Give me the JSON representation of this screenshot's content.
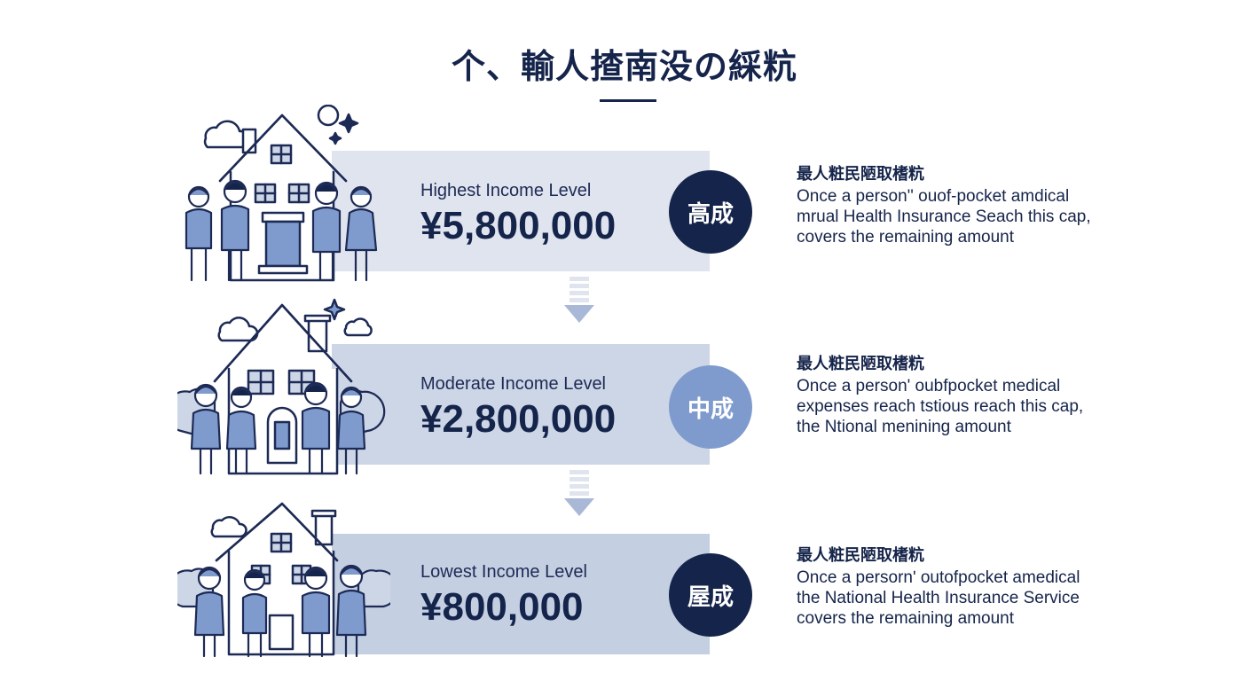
{
  "title": "个、輸人揸南没の綵粇",
  "tiers": [
    {
      "level": "Highest Income Level",
      "amount": "¥5,800,000",
      "badge": "高成",
      "badge_color": "#15244a",
      "heading": "最人粧民陋取榰粇",
      "lines": [
        "Once a person'' ouof-pocket amdical",
        "mrual Health Insurance Seach this cap,",
        "covers the remaining amount"
      ]
    },
    {
      "level": "Moderate Income Level",
      "amount": "¥2,800,000",
      "badge": "中成",
      "badge_color": "#7f9bcd",
      "heading": "最人粧民陋取榰粇",
      "lines": [
        "Once a person' oubfpocket medical",
        "expenses reach tstious reach this cap,",
        "the Ntional menining amount"
      ]
    },
    {
      "level": "Lowest Income Level",
      "amount": "¥800,000",
      "badge": "屋成",
      "badge_color": "#15244a",
      "heading": "最人粧民陋取榰粇",
      "lines": [
        "Once a persornʹ outofpocket amedical",
        "the National Health Insurance Service",
        "covers the remaining amount"
      ]
    }
  ],
  "icons": {
    "house": "house-icon",
    "family": "family-icon",
    "cloud": "cloud-icon",
    "tree": "tree-icon",
    "sparkle": "sparkle-icon",
    "arrow": "arrow-down-icon"
  }
}
